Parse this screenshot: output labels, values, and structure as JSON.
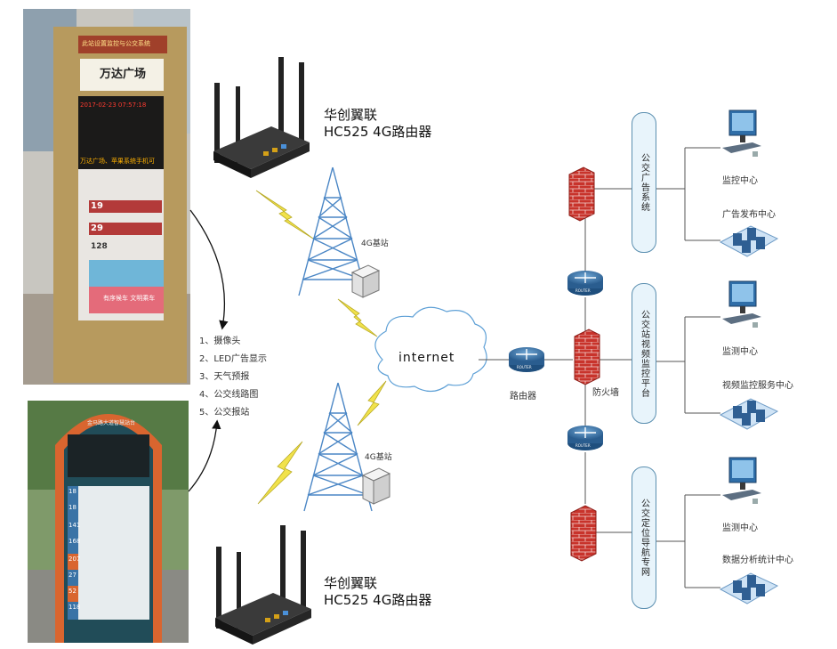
{
  "router_top": {
    "line1": "华创翼联",
    "line2": "HC525 4G路由器"
  },
  "router_bottom": {
    "line1": "华创翼联",
    "line2": "HC525 4G路由器"
  },
  "base_station_top": "4G基站",
  "base_station_bottom": "4G基站",
  "internet": "internet",
  "core_router": "路由器",
  "firewall": "防火墙",
  "router_icon_text": "ROUTER",
  "features": [
    "1、摄像头",
    "2、LED广告显示",
    "3、天气预报",
    "4、公交线路图",
    "5、公交报站"
  ],
  "systems": [
    {
      "label": "公交广告系统",
      "nodes": [
        "监控中心",
        "广告发布中心"
      ]
    },
    {
      "label": "公交站视频监控平台",
      "nodes": [
        "监测中心",
        "视频监控服务中心"
      ]
    },
    {
      "label": "公交定位导航专网",
      "nodes": [
        "监测中心",
        "数据分析统计中心"
      ]
    }
  ],
  "photo_top": {
    "header": "此站设置监控与公交系统",
    "station": "万达广场",
    "clock": "2017-02-23 07:57:18",
    "ticker": "万达广场、苹果系统手机可",
    "routes": [
      "19",
      "29",
      "128"
    ],
    "bottom_text": "有序候车 文明乘车"
  },
  "photo_bottom": {
    "header": "金马路大道智慧站台",
    "routes": [
      "18",
      "18",
      "141",
      "168",
      "207",
      "27",
      "52",
      "118"
    ]
  },
  "colors": {
    "accent_blue": "#5b8fb0",
    "firewall_red": "#c0392b",
    "bolt_yellow": "#f1e24b"
  }
}
